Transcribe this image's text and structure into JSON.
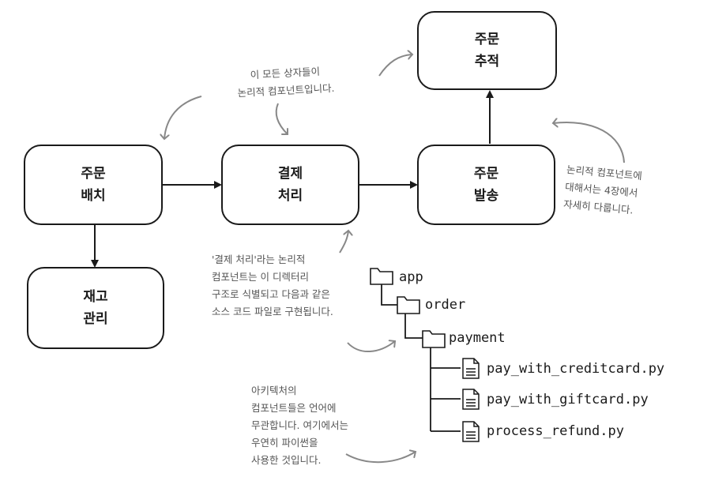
{
  "boxes": {
    "order_tracking": {
      "line1": "주문",
      "line2": "추적"
    },
    "order_placement": {
      "line1": "주문",
      "line2": "배치"
    },
    "payment_processing": {
      "line1": "결제",
      "line2": "처리"
    },
    "order_shipping": {
      "line1": "주문",
      "line2": "발송"
    },
    "inventory_management": {
      "line1": "재고",
      "line2": "관리"
    }
  },
  "notes": {
    "top": [
      "이 모든 상자들이",
      "논리적 컴포넌트입니다."
    ],
    "right": [
      "논리적 컴포넌트에",
      "대해서는 4장에서",
      "자세히 다룹니다."
    ],
    "middle": [
      "'결제 처리'라는 논리적",
      "컴포넌트는 이 디렉터리",
      "구조로 식별되고 다음과 같은",
      "소스 코드 파일로 구현됩니다."
    ],
    "bottom": [
      "아키텍처의",
      "컴포넌트들은 언어에",
      "무관합니다. 여기에서는",
      "우연히 파이썬을",
      "사용한 것입니다."
    ]
  },
  "tree": {
    "app": "app",
    "order": "order",
    "payment": "payment",
    "files": [
      "pay_with_creditcard.py",
      "pay_with_giftcard.py",
      "process_refund.py"
    ]
  }
}
